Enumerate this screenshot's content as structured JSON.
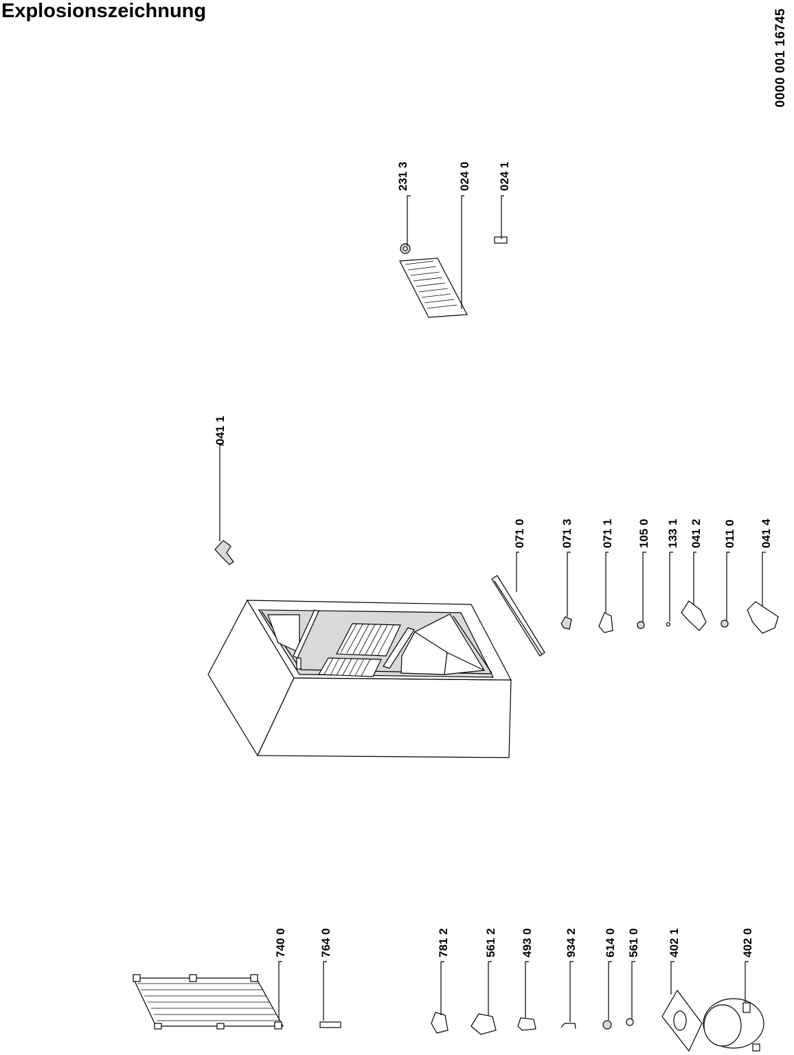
{
  "title": "Explosionszeichnung",
  "drawing_number": "0000 001 16745",
  "parts": [
    {
      "id": "part-231-3",
      "label": "231 3"
    },
    {
      "id": "part-024-0",
      "label": "024 0"
    },
    {
      "id": "part-024-1",
      "label": "024 1"
    },
    {
      "id": "part-041-1",
      "label": "041 1"
    },
    {
      "id": "part-071-0",
      "label": "071 0"
    },
    {
      "id": "part-071-3",
      "label": "071 3"
    },
    {
      "id": "part-071-1",
      "label": "071 1"
    },
    {
      "id": "part-105-0",
      "label": "105 0"
    },
    {
      "id": "part-133-1",
      "label": "133 1"
    },
    {
      "id": "part-041-2",
      "label": "041 2"
    },
    {
      "id": "part-011-0",
      "label": "011 0"
    },
    {
      "id": "part-041-4",
      "label": "041 4"
    },
    {
      "id": "part-740-0",
      "label": "740 0"
    },
    {
      "id": "part-764-0",
      "label": "764 0"
    },
    {
      "id": "part-781-2",
      "label": "781 2"
    },
    {
      "id": "part-561-2",
      "label": "561 2"
    },
    {
      "id": "part-493-0",
      "label": "493 0"
    },
    {
      "id": "part-934-2",
      "label": "934 2"
    },
    {
      "id": "part-614-0",
      "label": "614 0"
    },
    {
      "id": "part-561-0",
      "label": "561 0"
    },
    {
      "id": "part-402-1",
      "label": "402 1"
    },
    {
      "id": "part-402-0",
      "label": "402 0"
    }
  ]
}
